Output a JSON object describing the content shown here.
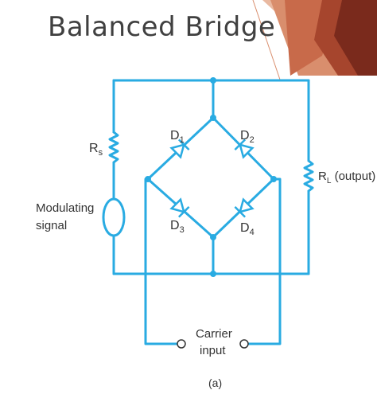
{
  "slide": {
    "title": "Balanced Bridge"
  },
  "diagram": {
    "wire_color": "#29abe2",
    "components": {
      "rs": {
        "label": "R",
        "sub": "s"
      },
      "rl": {
        "label": "R",
        "sub": "L",
        "suffix": " (output)"
      },
      "d1": {
        "label": "D",
        "sub": "1"
      },
      "d2": {
        "label": "D",
        "sub": "2"
      },
      "d3": {
        "label": "D",
        "sub": "3"
      },
      "d4": {
        "label": "D",
        "sub": "4"
      }
    },
    "modulating_signal": [
      "Modulating",
      "signal"
    ],
    "carrier_input": [
      "Carrier",
      "input"
    ],
    "caption": "(a)"
  },
  "decor_colors": [
    "#7a2a1c",
    "#a6452d",
    "#c86a4a",
    "#d98e6d",
    "#e9b9a1"
  ]
}
